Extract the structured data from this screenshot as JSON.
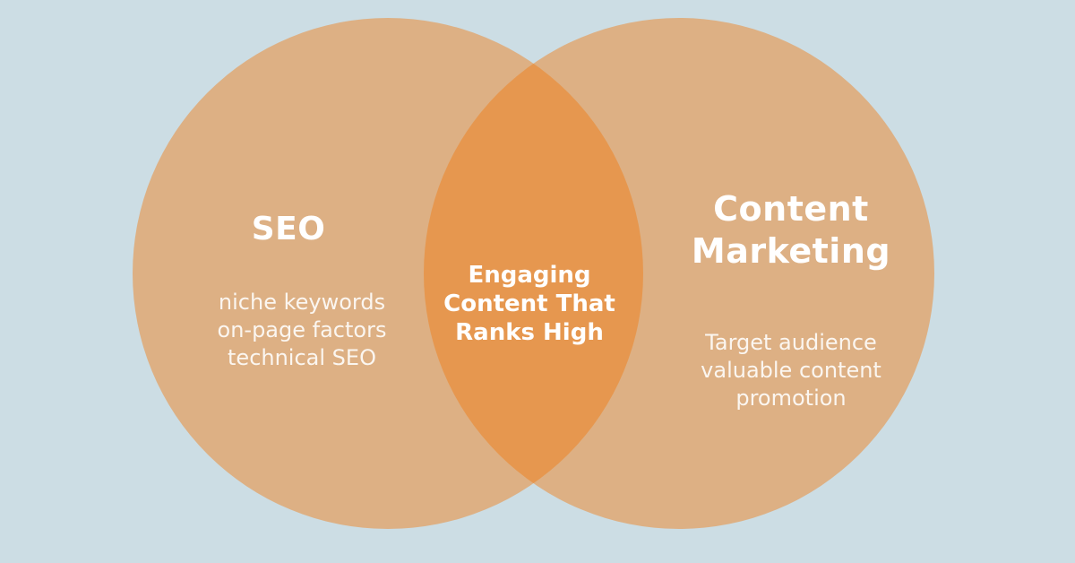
{
  "diagram": {
    "type": "venn",
    "background_color": "#ccdde4",
    "circle_fill": "#f17a10",
    "circle_opacity": "0.45",
    "text_color": "#ffffff",
    "left_circle": {
      "title": "SEO",
      "items": [
        "niche keywords",
        "on-page factors",
        "technical SEO"
      ]
    },
    "right_circle": {
      "title": "Content Marketing",
      "items": [
        "Target audience",
        "valuable content",
        "promotion"
      ]
    },
    "overlap": {
      "label": "Engaging Content That Ranks High"
    }
  }
}
